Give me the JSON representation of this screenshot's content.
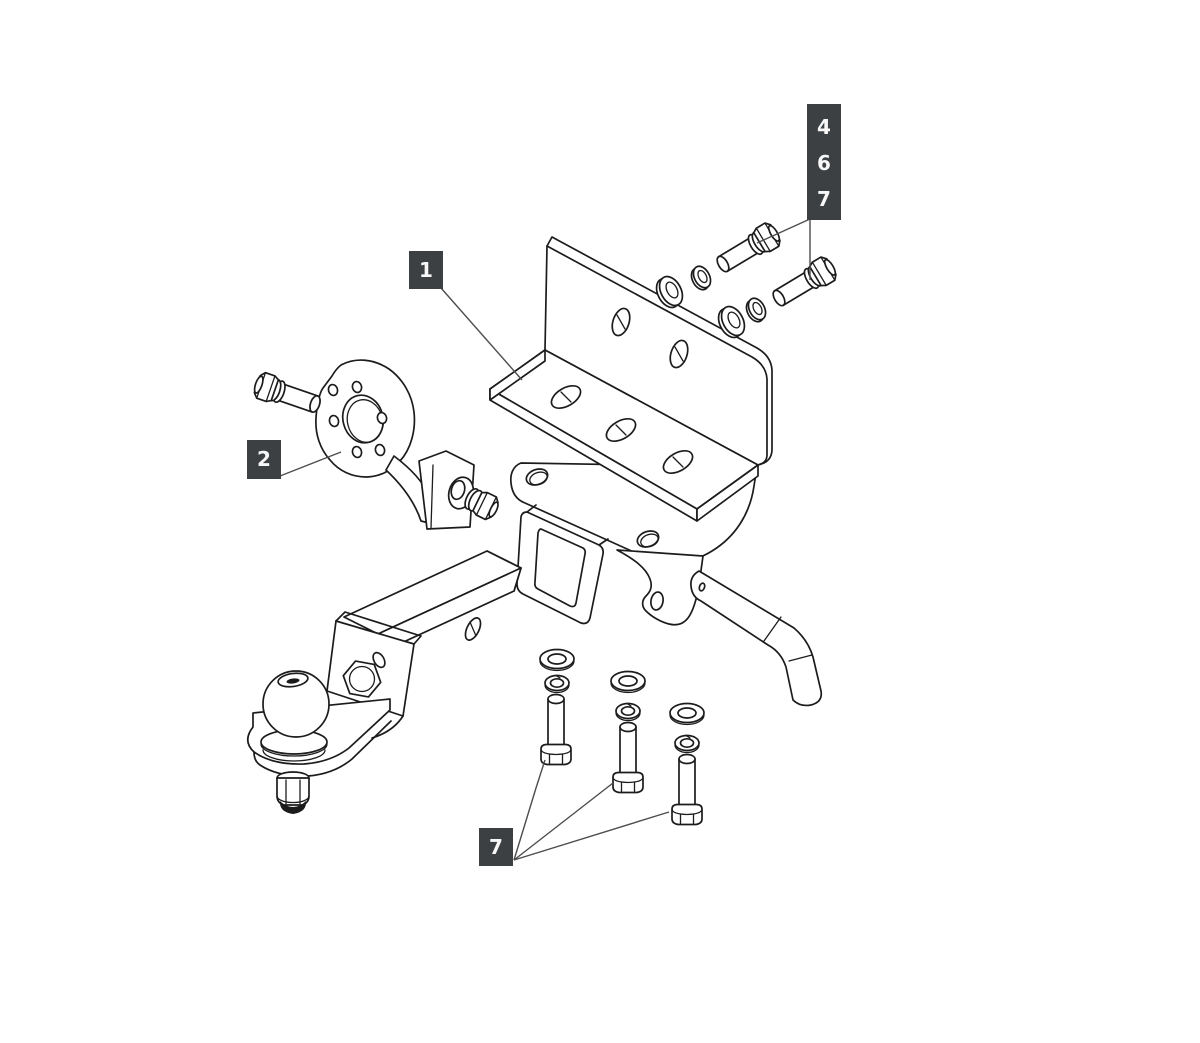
{
  "diagram": {
    "type": "exploded-parts-diagram",
    "subject": "trailer hitch assembly",
    "background": "#ffffff",
    "line_color": "#1c1c1c",
    "callout_box_color": "#3d4043",
    "callout_text_color": "#f7f7f7",
    "callouts": {
      "c1": {
        "label": "1"
      },
      "c2": {
        "label": "2"
      },
      "c4": {
        "label": "4"
      },
      "c6": {
        "label": "6"
      },
      "c7_top": {
        "label": "7"
      },
      "c7_bottom": {
        "label": "7"
      }
    }
  }
}
